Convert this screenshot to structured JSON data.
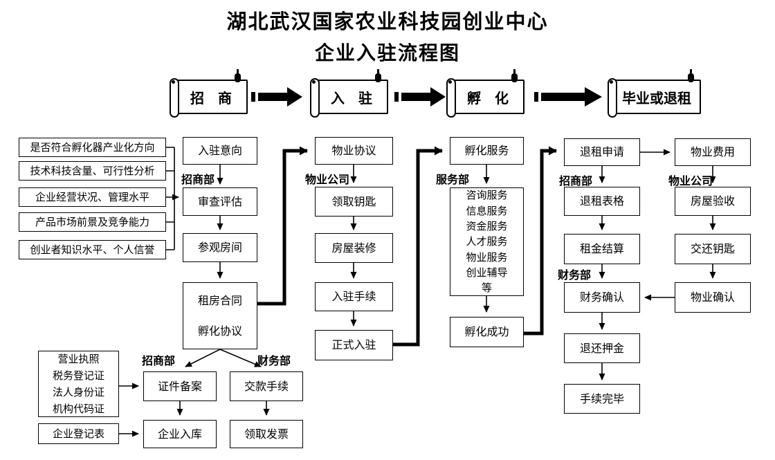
{
  "title": {
    "line1": "湖北武汉国家农业科技园创业中心",
    "line2": "企业入驻流程图"
  },
  "banners": {
    "zhaoshang": "招　商",
    "ruzhu": "入　驻",
    "fuhua": "孵　化",
    "biye_tuizu": "毕业或退租"
  },
  "criteria": {
    "c1": "是否符合孵化器产业化方向",
    "c2": "技术科技含量、可行性分析",
    "c3": "企业经营状况、管理水平",
    "c4": "产品市场前景及竞争能力",
    "c5": "创业者知识水平、个人信誉"
  },
  "depts": {
    "zhaoshangbu_col2": "招商部",
    "wuye_gongsi_col3": "物业公司",
    "fuwubu_col4": "服务部",
    "zhaoshangbu_col5": "招商部",
    "wuye_gongsi_col6": "物业公司",
    "caiwubu_col5": "财务部",
    "zhaoshangbu_filing": "招商部",
    "caiwubu_filing": "财务部"
  },
  "zhaoshang_col": {
    "intent": "入驻意向",
    "review": "审查评估",
    "visit": "参观房间",
    "contract": "租房合同\n孵化协议"
  },
  "filing": {
    "docs": "营业执照\n税务登记证\n法人身份证\n机构代码证",
    "form": "企业登记表",
    "record": "证件备案",
    "pay": "交款手续",
    "inbound": "企业入库",
    "invoice": "领取发票"
  },
  "ruzhu_col": {
    "agreement": "物业协议",
    "keys": "领取钥匙",
    "decorate": "房屋装修",
    "procedure": "入驻手续",
    "official": "正式入驻"
  },
  "fuhua_col": {
    "service": "孵化服务",
    "services": "咨询服务\n信息服务\n资金服务\n人才服务\n物业服务\n创业辅导\n等",
    "success": "孵化成功"
  },
  "tuizu_col": {
    "apply": "退租申请",
    "form": "退租表格",
    "settle": "租金结算",
    "finance": "财务确认",
    "deposit": "退还押金",
    "done": "手续完毕"
  },
  "wuye_col": {
    "fee": "物业费用",
    "inspect": "房屋验收",
    "return_keys": "交还钥匙",
    "confirm": "物业确认"
  }
}
